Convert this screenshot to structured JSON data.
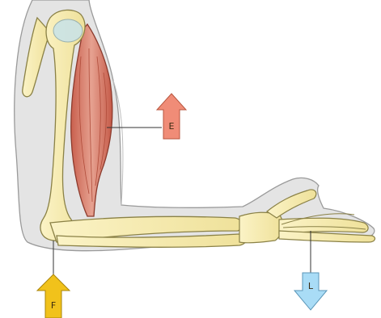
{
  "labels": {
    "effort": "E",
    "fulcrum": "F",
    "load": "L"
  },
  "colors": {
    "effort_arrow": "#f08c77",
    "fulcrum_arrow": "#f1c21b",
    "load_arrow": "#a9dcf6",
    "bone": "#f4eab0",
    "muscle": "#d9826f",
    "skin": "#e6e6e6"
  }
}
